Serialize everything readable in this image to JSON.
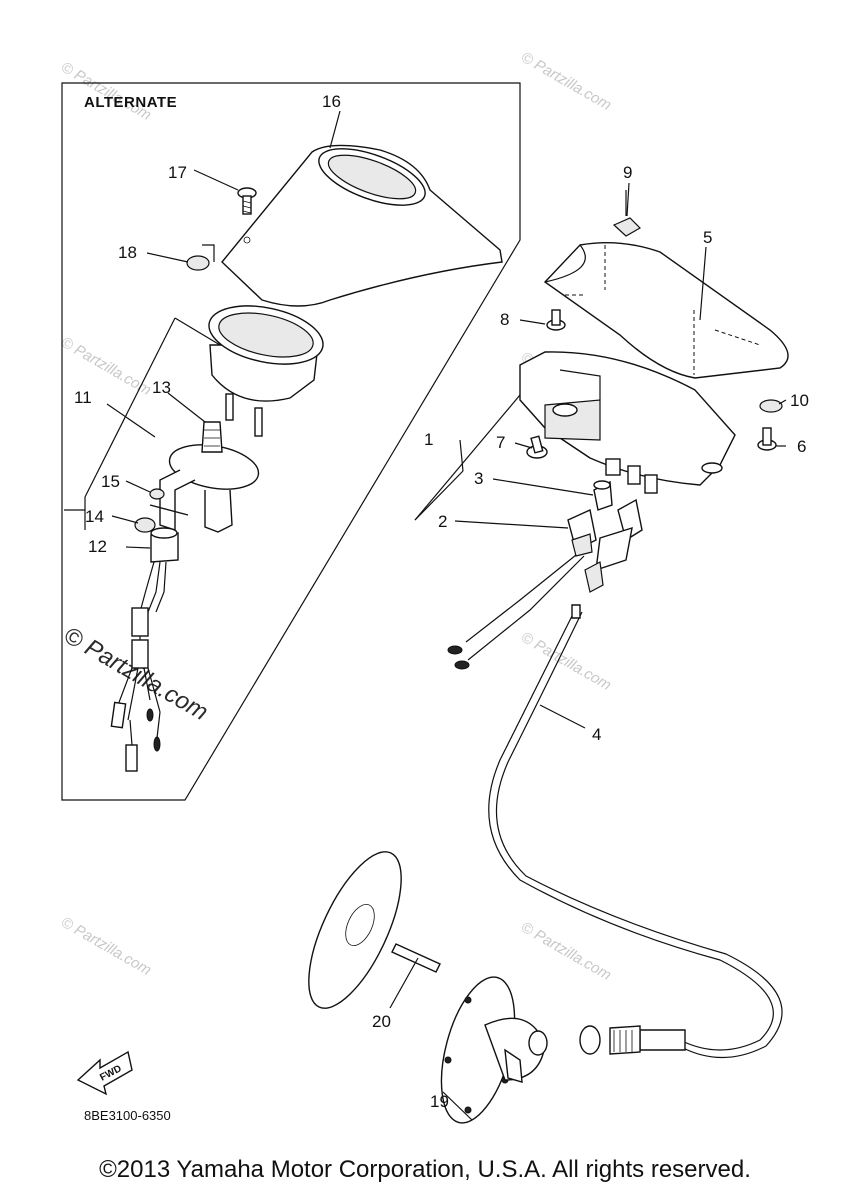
{
  "panel": {
    "title": "ALTERNATE"
  },
  "callouts": {
    "c1": "1",
    "c2": "2",
    "c3": "3",
    "c4": "4",
    "c5": "5",
    "c6": "6",
    "c7": "7",
    "c8": "8",
    "c9": "9",
    "c10": "10",
    "c11": "11",
    "c12": "12",
    "c13": "13",
    "c14": "14",
    "c15": "15",
    "c16": "16",
    "c17": "17",
    "c18": "18",
    "c19": "19",
    "c20": "20"
  },
  "fwd_label": "FWD",
  "diagram_code": "8BE3100-6350",
  "watermark": "© Partzilla.com",
  "copyright": "©2013 Yamaha Motor Corporation, U.S.A. All rights reserved."
}
